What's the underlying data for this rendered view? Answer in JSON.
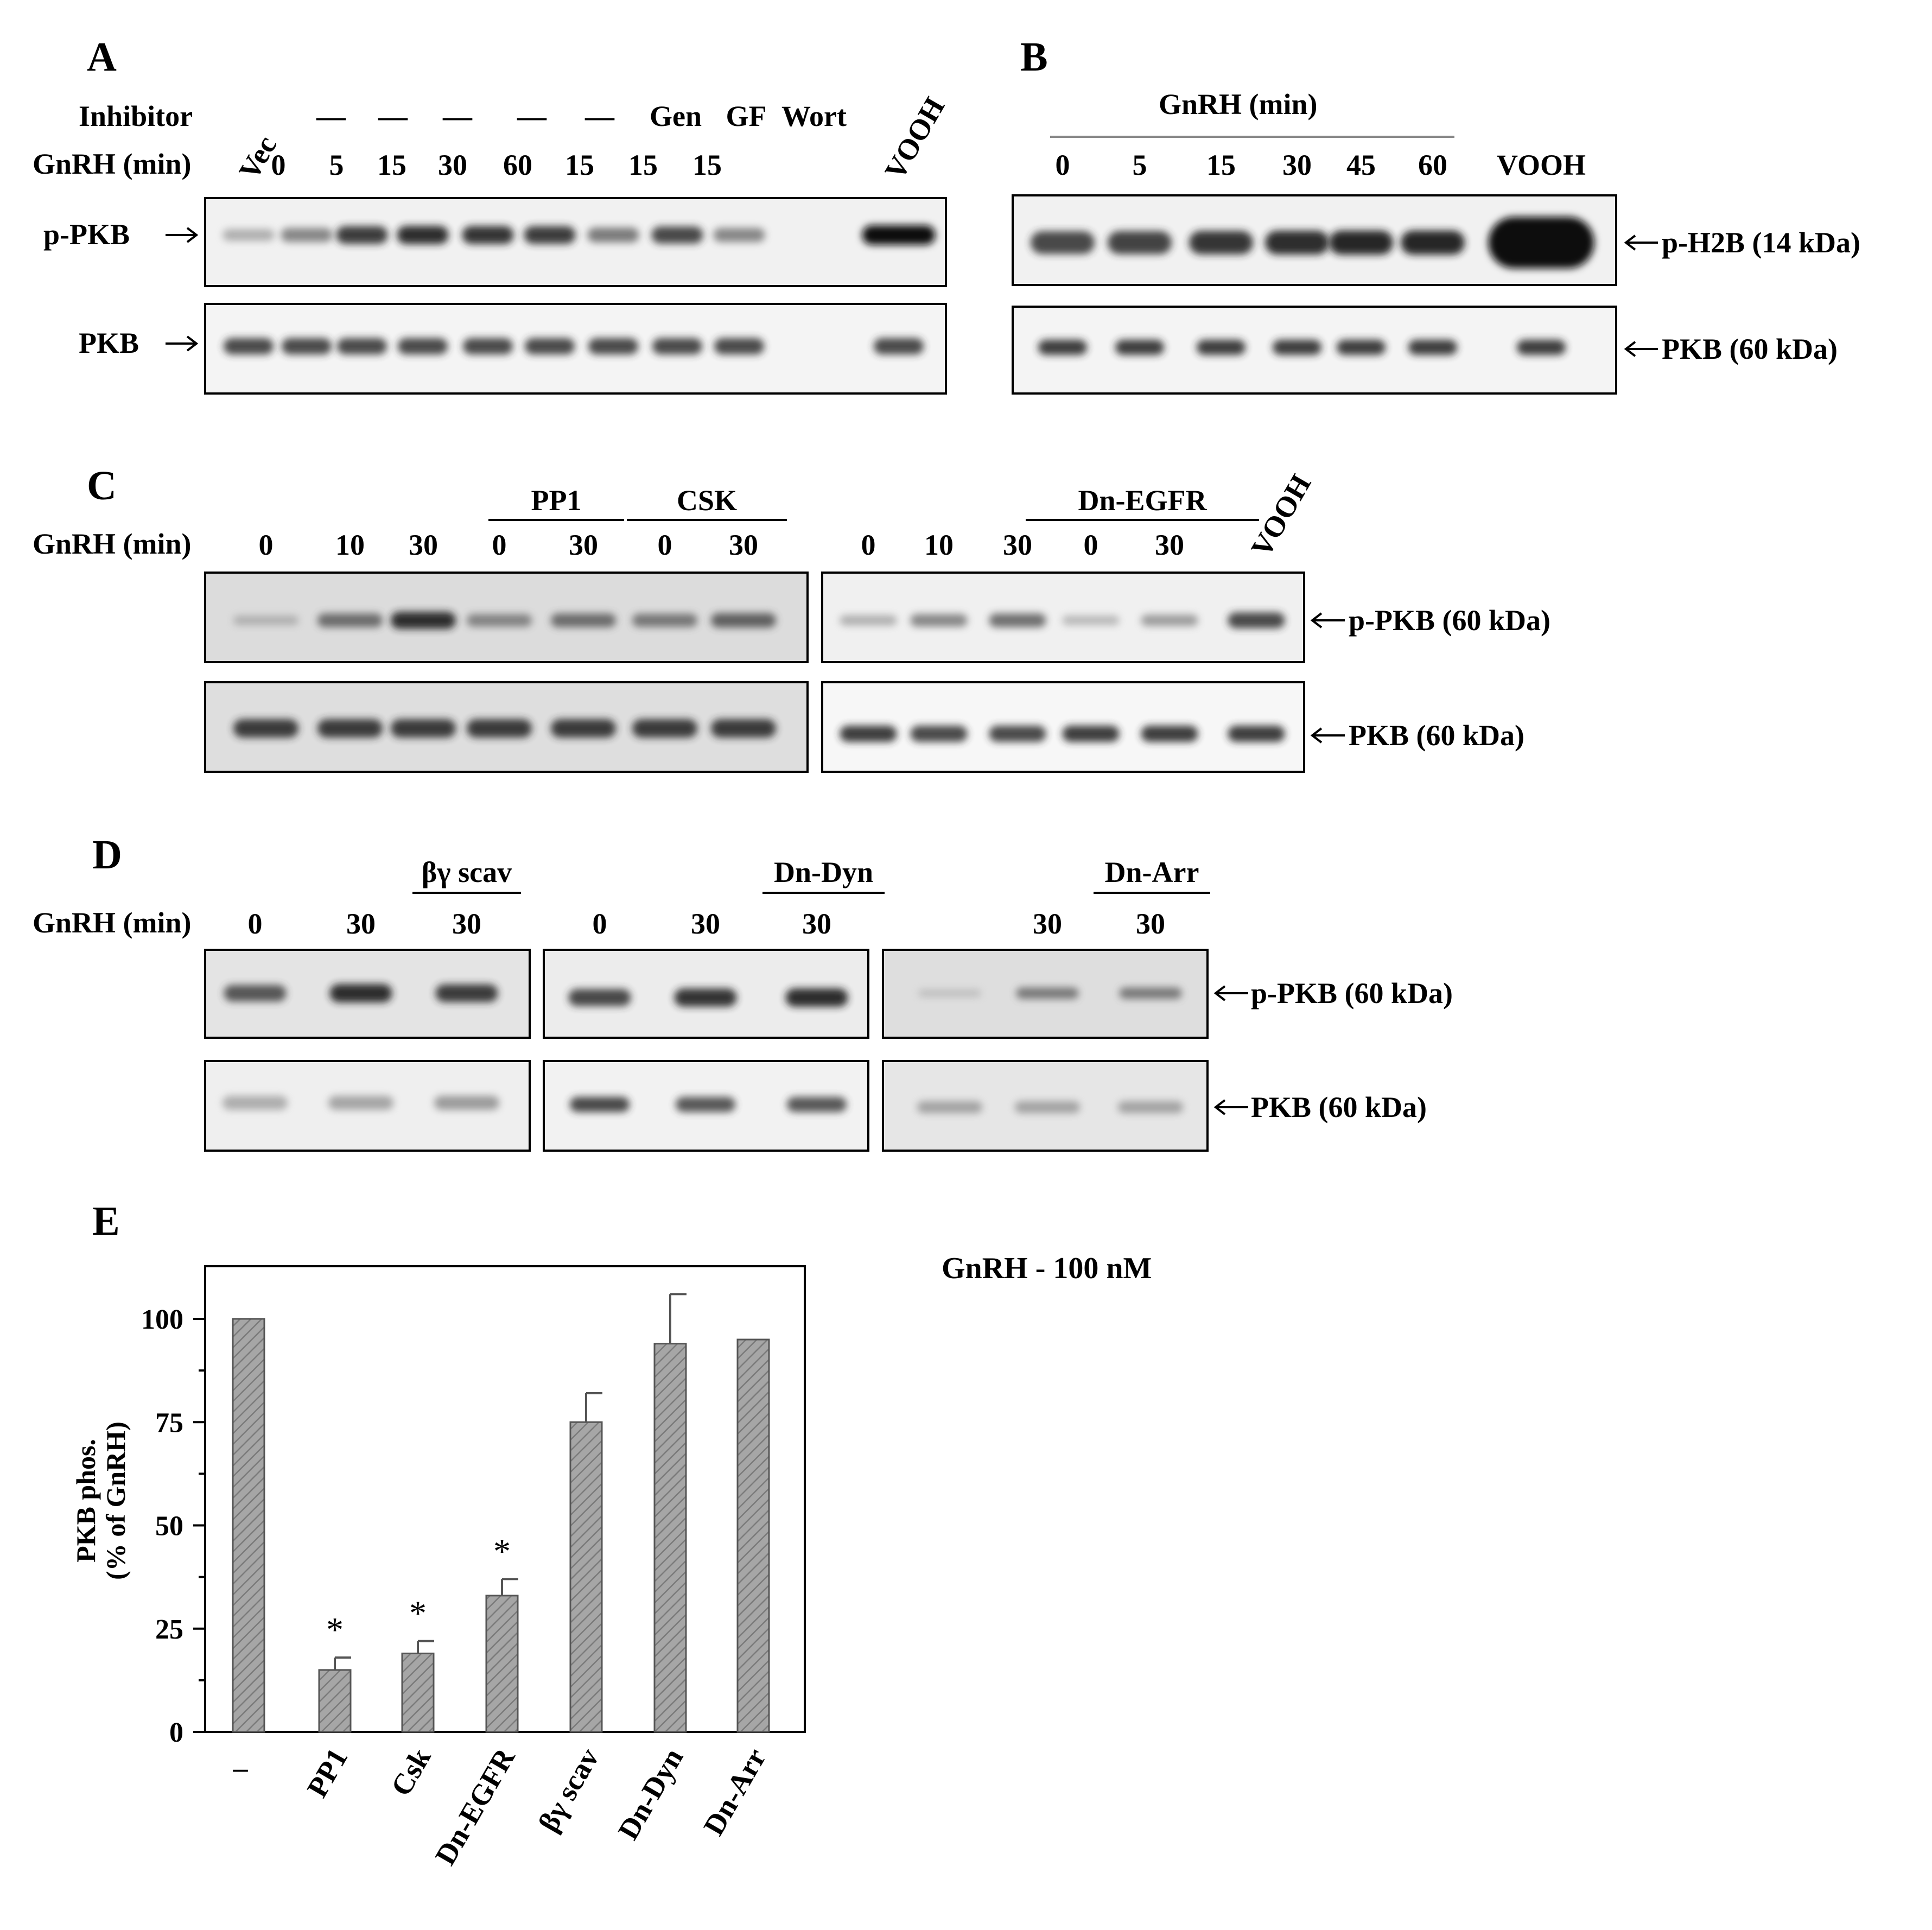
{
  "panels": {
    "A": {
      "letter": "A",
      "row_labels": {
        "inhibitor": "Inhibitor",
        "gnrh": "GnRH (min)"
      },
      "inhibitor_values": [
        "—",
        "—",
        "—",
        "—",
        "—",
        "Gen",
        "GF",
        "Wort"
      ],
      "lane_labels": [
        "Vec",
        "0",
        "5",
        "15",
        "30",
        "60",
        "15",
        "15",
        "15",
        "VOOH"
      ],
      "blot_labels": {
        "top": "p-PKB",
        "bottom": "PKB"
      },
      "p_pkb_intensity": [
        0.35,
        0.55,
        0.85,
        0.9,
        0.88,
        0.85,
        0.6,
        0.8,
        0.55,
        1.0
      ],
      "pkb_intensity": [
        0.8,
        0.8,
        0.8,
        0.8,
        0.8,
        0.8,
        0.8,
        0.8,
        0.8,
        0.8
      ]
    },
    "B": {
      "letter": "B",
      "header": "GnRH (min)",
      "lane_labels": [
        "0",
        "5",
        "15",
        "30",
        "45",
        "60",
        "VOOH"
      ],
      "blot_labels": {
        "top": "p-H2B (14 kDa)",
        "bottom": "PKB (60 kDa)"
      },
      "p_h2b_intensity": [
        0.8,
        0.82,
        0.86,
        0.9,
        0.92,
        0.92,
        1.0
      ],
      "pkb_intensity": [
        0.85,
        0.85,
        0.85,
        0.85,
        0.85,
        0.85,
        0.85
      ]
    },
    "C": {
      "letter": "C",
      "row_label": "GnRH (min)",
      "groups": [
        "PP1",
        "CSK",
        "Dn-EGFR"
      ],
      "lane_labels_left": [
        "0",
        "10",
        "30",
        "0",
        "30",
        "0",
        "30"
      ],
      "lane_labels_right": [
        "0",
        "10",
        "30",
        "0",
        "30",
        "VOOH"
      ],
      "blot_labels": {
        "top": "p-PKB (60 kDa)",
        "bottom": "PKB (60 kDa)"
      },
      "p_pkb_left": [
        0.3,
        0.65,
        0.9,
        0.55,
        0.65,
        0.6,
        0.7
      ],
      "p_pkb_right": [
        0.35,
        0.55,
        0.65,
        0.3,
        0.45,
        0.8
      ],
      "pkb_left": [
        0.85,
        0.85,
        0.85,
        0.85,
        0.85,
        0.85,
        0.85
      ],
      "pkb_right": [
        0.85,
        0.8,
        0.8,
        0.85,
        0.85,
        0.85
      ]
    },
    "D": {
      "letter": "D",
      "row_label": "GnRH (min)",
      "groups": [
        "βγ scav",
        "Dn-Dyn",
        "Dn-Arr"
      ],
      "lane_labels_1": [
        "0",
        "30",
        "30"
      ],
      "lane_labels_2": [
        "0",
        "30",
        "30"
      ],
      "lane_labels_3": [
        "30",
        "30"
      ],
      "blot_labels": {
        "top": "p-PKB (60 kDa)",
        "bottom": "PKB (60 kDa)"
      },
      "p_pkb_1": [
        0.75,
        0.9,
        0.85
      ],
      "p_pkb_2": [
        0.8,
        0.88,
        0.9
      ],
      "p_pkb_3": [
        0.2,
        0.6,
        0.6
      ],
      "pkb_1": [
        0.35,
        0.4,
        0.45
      ],
      "pkb_2": [
        0.8,
        0.75,
        0.75
      ],
      "pkb_3": [
        0.4,
        0.4,
        0.4
      ]
    },
    "E": {
      "letter": "E",
      "annotation": "GnRH - 100 nM",
      "significance_mark": "*"
    }
  },
  "chart_data": {
    "type": "bar",
    "title": "",
    "ylabel_line1": "PKB phos.",
    "ylabel_line2": "(% of GnRH)",
    "xlabel": "",
    "ylim": [
      0,
      100
    ],
    "yticks": [
      0,
      25,
      50,
      75,
      100
    ],
    "categories": [
      "–",
      "PP1",
      "Csk",
      "Dn-EGFR",
      "βγ scav",
      "Dn-Dyn",
      "Dn-Arr"
    ],
    "values": [
      100,
      15,
      19,
      33,
      75,
      94,
      95
    ],
    "errors": [
      0,
      3,
      3,
      4,
      7,
      12,
      0
    ],
    "significant": [
      false,
      true,
      true,
      true,
      false,
      false,
      false
    ],
    "bar_color": "#a6a6a6"
  }
}
